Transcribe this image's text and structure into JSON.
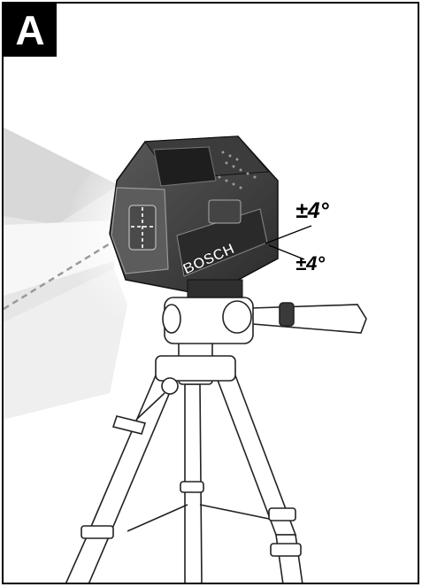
{
  "figure": {
    "label": "A",
    "brand": "BOSCH",
    "annotations": [
      "±4°",
      "±4°"
    ]
  }
}
